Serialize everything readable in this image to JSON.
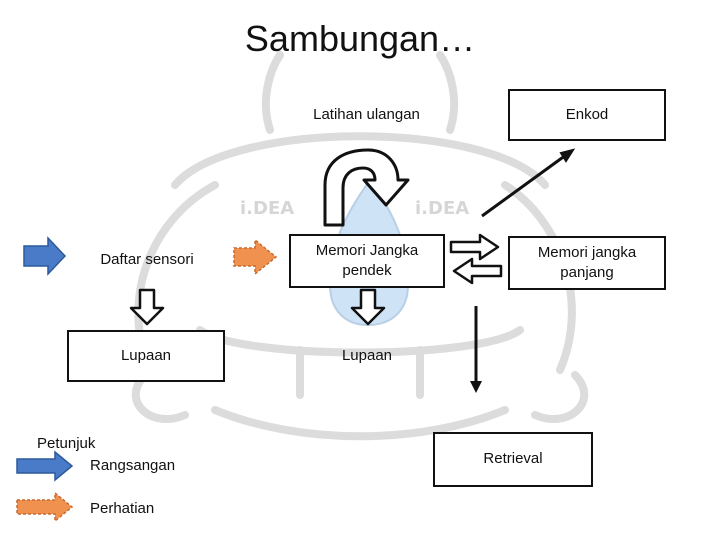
{
  "title": "Sambungan…",
  "watermark": "i.DEA",
  "boxes": {
    "latihan_ulangan": "Latihan ulangan",
    "enkod": "Enkod",
    "daftar_sensori": "Daftar sensori",
    "memori_jangka_pendek": "Memori Jangka pendek",
    "memori_jangka_panjang": "Memori jangka panjang",
    "lupaan_1": "Lupaan",
    "lupaan_2": "Lupaan",
    "retrieval": "Retrieval"
  },
  "legend": {
    "heading": "Petunjuk",
    "stimulus": "Rangsangan",
    "attention": "Perhatian"
  },
  "colors": {
    "stimulus_arrow": "#4a7bc8",
    "attention_arrow": "#f0914f",
    "watermark": "#d6d6d6",
    "bulb_fill": "#cfe3f7"
  }
}
